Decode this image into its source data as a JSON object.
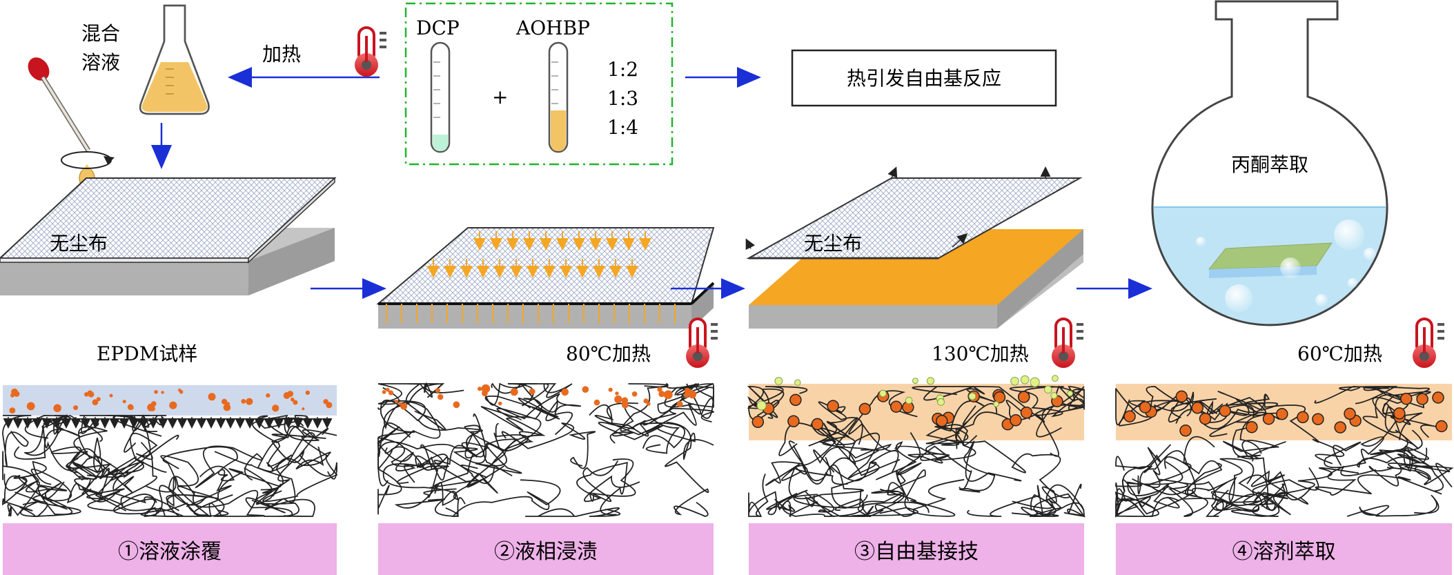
{
  "mix_label_1": "混合",
  "mix_label_2": "溶液",
  "heat_label": "加热",
  "reagents": {
    "dcp": "DCP",
    "aohbp": "AOHBP",
    "plus": "+",
    "ratios": [
      "1:2",
      "1:3",
      "1:4"
    ]
  },
  "reaction_box": "热引发自由基反应",
  "cloth_label": "无尘布",
  "sample_label": "EPDM试样",
  "heat_steps": [
    "80℃加热",
    "130℃加热",
    "60℃加热"
  ],
  "extraction_label": "丙酮萃取",
  "steps": [
    "①溶液涂覆",
    "②液相浸渍",
    "③自由基接技",
    "④溶剂萃取"
  ],
  "colors": {
    "arrow": "#1a2fd6",
    "cloth": "#ffffff",
    "sample_gray": "#bdbdbd",
    "grafted_orange": "#f5a623",
    "coating_blue": "#cfd9ec",
    "graft_layer": "#f9d3a8",
    "step_bar": "#eeb1e8",
    "dashed_box": "#1fb52d",
    "liquid_yellow": "#f3c465",
    "solvent_blue": "#bfe4f5",
    "particle_orange": "#e86a1f"
  }
}
